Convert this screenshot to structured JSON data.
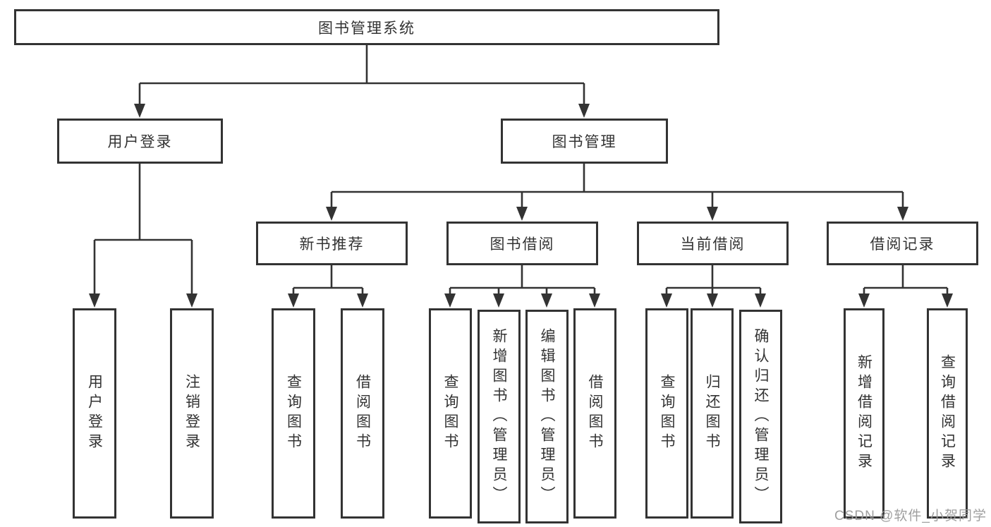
{
  "colors": {
    "line": "#333333",
    "box_border": "#333333",
    "text": "#333333",
    "background": "#ffffff",
    "watermark": "#9a9a9a"
  },
  "watermark": "CSDN @软件_小贺同学",
  "nodes": {
    "root": "图书管理系统",
    "userLogin": {
      "label": "用户登录",
      "children": [
        "用户登录",
        "注销登录"
      ]
    },
    "bookMgmt": {
      "label": "图书管理",
      "modules": [
        {
          "label": "新书推荐",
          "children": [
            "查询图书",
            "借阅图书"
          ]
        },
        {
          "label": "图书借阅",
          "children": [
            "查询图书",
            "新增图书（管理员）",
            "编辑图书（管理员）",
            "借阅图书"
          ]
        },
        {
          "label": "当前借阅",
          "children": [
            "查询图书",
            "归还图书",
            "确认归还（管理员）"
          ]
        },
        {
          "label": "借阅记录",
          "children": [
            "新增借阅记录",
            "查询借阅记录"
          ]
        }
      ]
    }
  }
}
